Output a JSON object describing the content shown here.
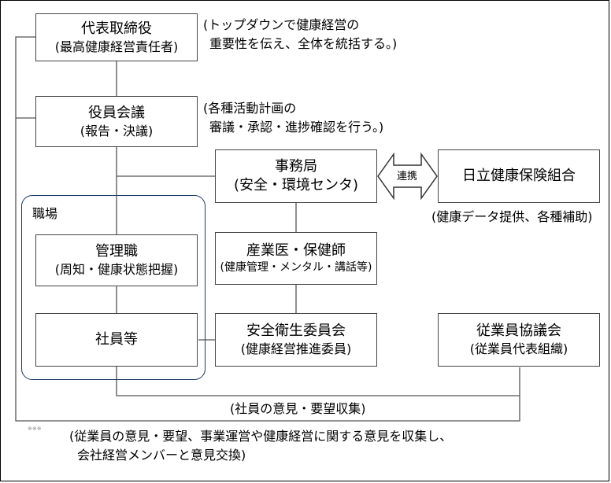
{
  "nodes": {
    "ceo": {
      "title": "代表取締役",
      "sub": "(最高健康経営責任者)"
    },
    "board": {
      "title": "役員会議",
      "sub": "(報告・決議)"
    },
    "office": {
      "title": "事務局",
      "sub": "(安全・環境センタ)"
    },
    "hitachi_union": {
      "title": "日立健康保険組合"
    },
    "manager": {
      "title": "管理職",
      "sub": "(周知・健康状態把握)"
    },
    "staff": {
      "title": "社員等"
    },
    "doctor": {
      "title": "産業医・保健師",
      "sub": "(健康管理・メンタル・講話等)"
    },
    "safety": {
      "title": "安全衛生委員会",
      "sub": "(健康経営推進委員)"
    },
    "employees_council": {
      "title": "従業員協議会",
      "sub": "(従業員代表組織)"
    }
  },
  "notes": {
    "ceo_1": "(トップダウンで健康経営の",
    "ceo_2": "重要性を伝え、全体を統括する。)",
    "board_1": "(各種活動計画の",
    "board_2": "審議・承認・進捗確認を行う。)",
    "union": "(健康データ提供、各種補助)",
    "collect": "(社員の意見・要望収集)",
    "bottom_1": "(従業員の意見・要望、事業運営や健康経営に関する意見を収集し、",
    "bottom_2": "会社経営メンバーと意見交換)"
  },
  "workplace_label": "職場",
  "link_label": "連携",
  "tiny_mark": "※※※"
}
